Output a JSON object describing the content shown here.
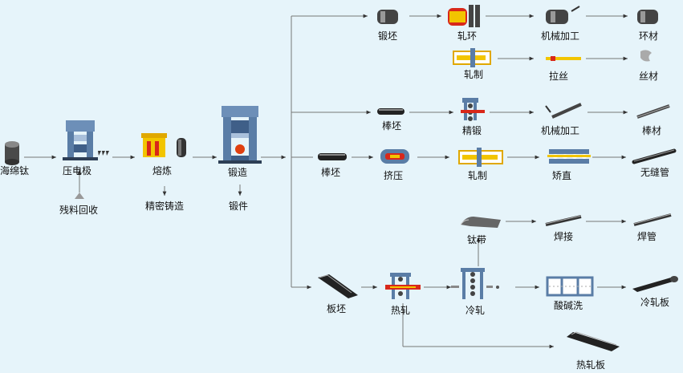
{
  "labels": {
    "haimianti": "海绵钛",
    "yadianji": "压电极",
    "canliao": "残料回收",
    "ronglian": "熔炼",
    "jingmi": "精密铸造",
    "duanzao": "锻造",
    "duanjian": "锻件",
    "duanpi": "锻坯",
    "zhahuan": "轧环",
    "jixie1": "机械加工",
    "huancai": "环材",
    "zhazhi1": "轧制",
    "lasi": "拉丝",
    "sicai": "丝材",
    "bangpi1": "棒坯",
    "jingduan": "精锻",
    "jixie2": "机械加工",
    "bangcai": "棒材",
    "bangpi2": "棒坯",
    "jiya": "挤压",
    "zhazhi2": "轧制",
    "jiaozhi": "矫直",
    "wufengguan": "无缝管",
    "taidai": "钛带",
    "hanjie": "焊接",
    "hanguan": "焊管",
    "banpi": "板坯",
    "rezha": "热轧",
    "lengzha": "冷轧",
    "suanjian": "酸碱洗",
    "lengzhaban": "冷轧板",
    "rezhaban": "热轧板"
  },
  "colors": {
    "background": "#e6f4fa",
    "arrow": "#555555",
    "blue": "#5a7da6",
    "red": "#d8281a",
    "yellow": "#f2c500"
  }
}
